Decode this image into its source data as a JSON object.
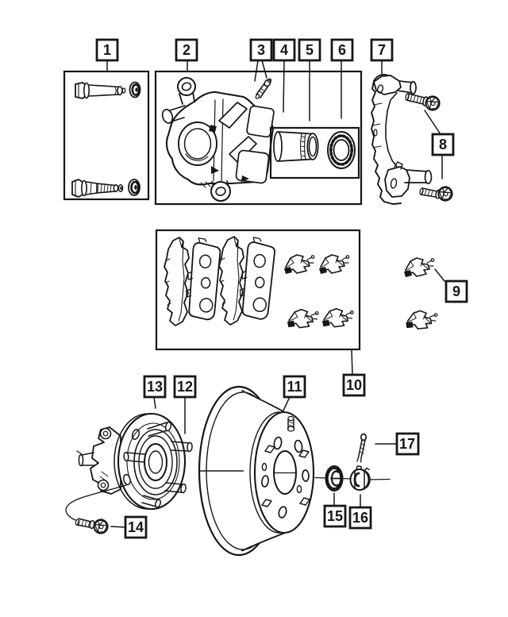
{
  "colors": {
    "line": "#161616",
    "background": "#ffffff",
    "callout_fill": "#ffffff"
  },
  "diagram": {
    "type": "exploded-parts-diagram",
    "callouts": [
      {
        "num": "1"
      },
      {
        "num": "2"
      },
      {
        "num": "3"
      },
      {
        "num": "4"
      },
      {
        "num": "5"
      },
      {
        "num": "6"
      },
      {
        "num": "7"
      },
      {
        "num": "8"
      },
      {
        "num": "9"
      },
      {
        "num": "10"
      },
      {
        "num": "11"
      },
      {
        "num": "12"
      },
      {
        "num": "13"
      },
      {
        "num": "14"
      },
      {
        "num": "15"
      },
      {
        "num": "16"
      },
      {
        "num": "17"
      }
    ]
  }
}
